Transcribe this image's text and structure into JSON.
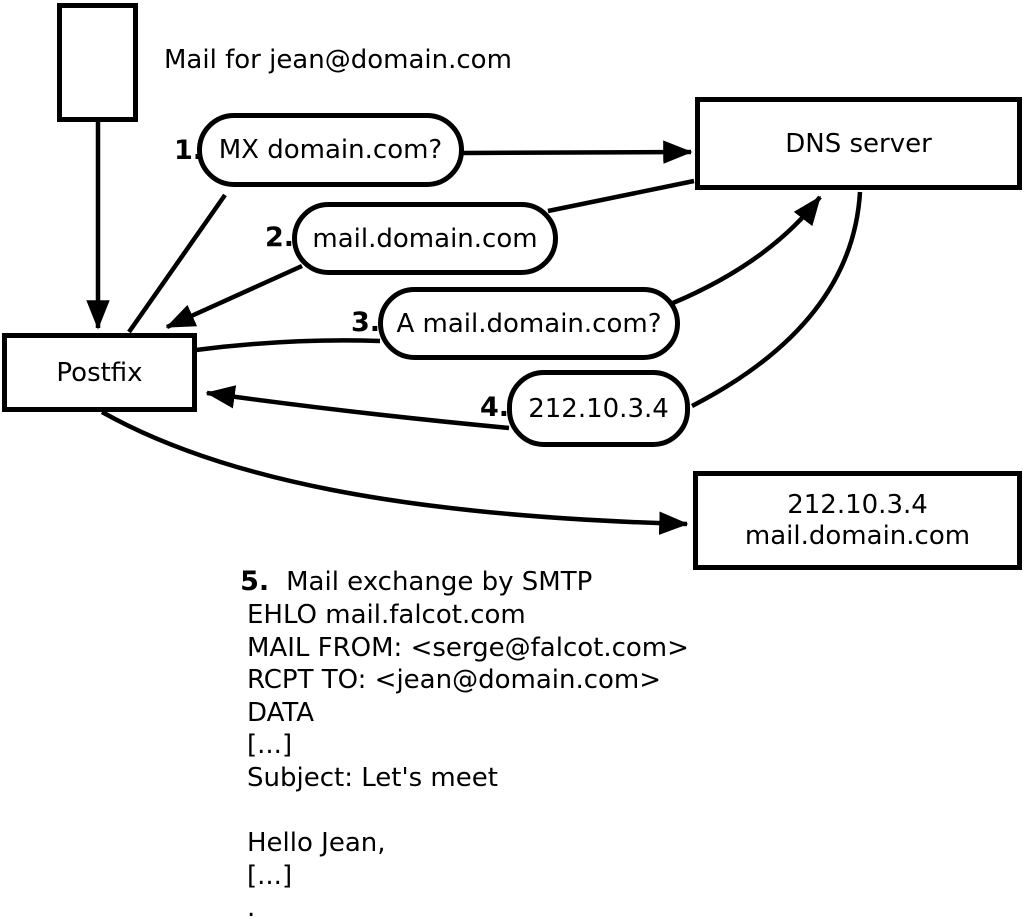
{
  "figure": {
    "caption": "Mail for jean@domain.com",
    "nodes": {
      "postfix": "Postfix",
      "dns_server": "DNS server",
      "mail_server_ip": "212.10.3.4",
      "mail_server_hostname": "mail.domain.com"
    },
    "steps": [
      {
        "num": "1.",
        "label": "MX domain.com?"
      },
      {
        "num": "2.",
        "label": "mail.domain.com"
      },
      {
        "num": "3.",
        "label": "A mail.domain.com?"
      },
      {
        "num": "4.",
        "label": "212.10.3.4"
      },
      {
        "num": "5.",
        "label": "Mail exchange by SMTP"
      }
    ],
    "smtp_session": [
      "EHLO mail.falcot.com",
      "MAIL FROM: <serge@falcot.com>",
      "RCPT TO: <jean@domain.com>",
      "DATA",
      "[...]",
      "Subject: Let's meet",
      "",
      "Hello Jean,",
      "[...]",
      "."
    ],
    "colors": {
      "ink": "#000000",
      "background": "#ffffff"
    }
  }
}
